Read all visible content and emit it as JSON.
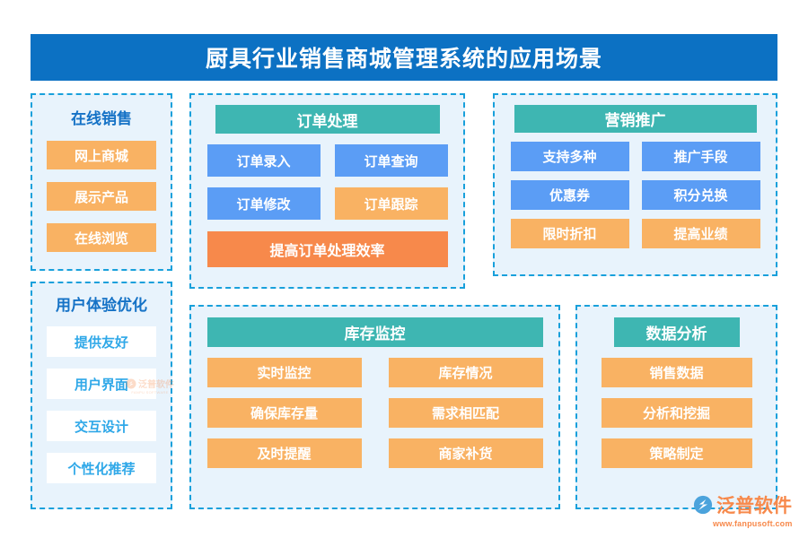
{
  "header": {
    "title": "厨具行业销售商城管理系统的应用场景",
    "background": "#0C71C3"
  },
  "colors": {
    "panel_bg": "#E8F3FC",
    "panel_border": "#18A0DB",
    "teal": "#3EB6B2",
    "orange": "#F9B263",
    "blue": "#5B9DF5",
    "coral": "#F7894B",
    "white_chip_text": "#2FA8E8",
    "heading_text": "#1572C6"
  },
  "panels": {
    "online_sales": {
      "heading": "在线销售",
      "items": [
        "网上商城",
        "展示产品",
        "在线浏览"
      ]
    },
    "ux": {
      "heading": "用户体验优化",
      "items": [
        "提供友好",
        "用户界面",
        "交互设计",
        "个性化推荐"
      ]
    },
    "order": {
      "heading": "订单处理",
      "rows": [
        [
          "订单录入",
          "订单查询"
        ],
        [
          "订单修改",
          "订单跟踪"
        ]
      ],
      "footer": "提高订单处理效率"
    },
    "marketing": {
      "heading": "营销推广",
      "rows": [
        [
          "支持多种",
          "推广手段"
        ],
        [
          "优惠券",
          "积分兑换"
        ],
        [
          "限时折扣",
          "提高业绩"
        ]
      ]
    },
    "inventory": {
      "heading": "库存监控",
      "rows": [
        [
          "实时监控",
          "库存情况"
        ],
        [
          "确保库存量",
          "需求相匹配"
        ],
        [
          "及时提醒",
          "商家补货"
        ]
      ]
    },
    "analytics": {
      "heading": "数据分析",
      "items": [
        "销售数据",
        "分析和挖掘",
        "策略制定"
      ]
    }
  },
  "watermark": {
    "name": "泛普软件",
    "sub": "FANPU SOFTWARE"
  },
  "logo": {
    "name": "泛普软件",
    "url": "www.fanpusoft.com"
  }
}
